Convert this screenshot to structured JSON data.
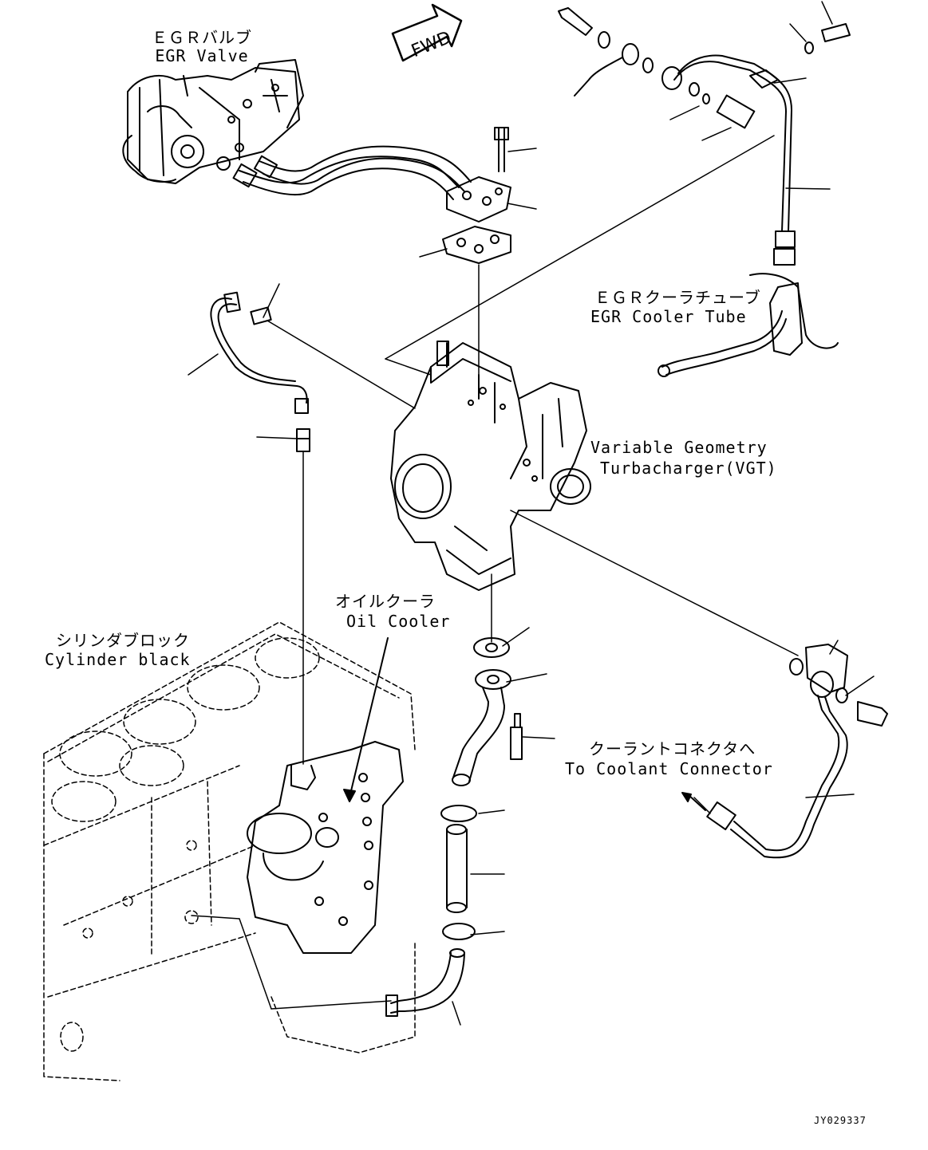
{
  "labels": {
    "egr_valve_jp": "ＥＧＲバルブ",
    "egr_valve_en": "EGR Valve",
    "egr_cooler_tube_jp": "ＥＧＲクーラチューブ",
    "egr_cooler_tube_en": "EGR Cooler Tube",
    "vgt_line1": "Variable Geometry",
    "vgt_line2": "Turbacharger(VGT)",
    "oil_cooler_jp": "オイルクーラ",
    "oil_cooler_en": "Oil Cooler",
    "cylinder_block_jp": "シリンダブロック",
    "cylinder_block_en": "Cylinder black",
    "coolant_jp": "クーラントコネクタへ",
    "coolant_en": "To Coolant Connector",
    "fwd": "FWD",
    "drawing_no": "JY029337"
  }
}
